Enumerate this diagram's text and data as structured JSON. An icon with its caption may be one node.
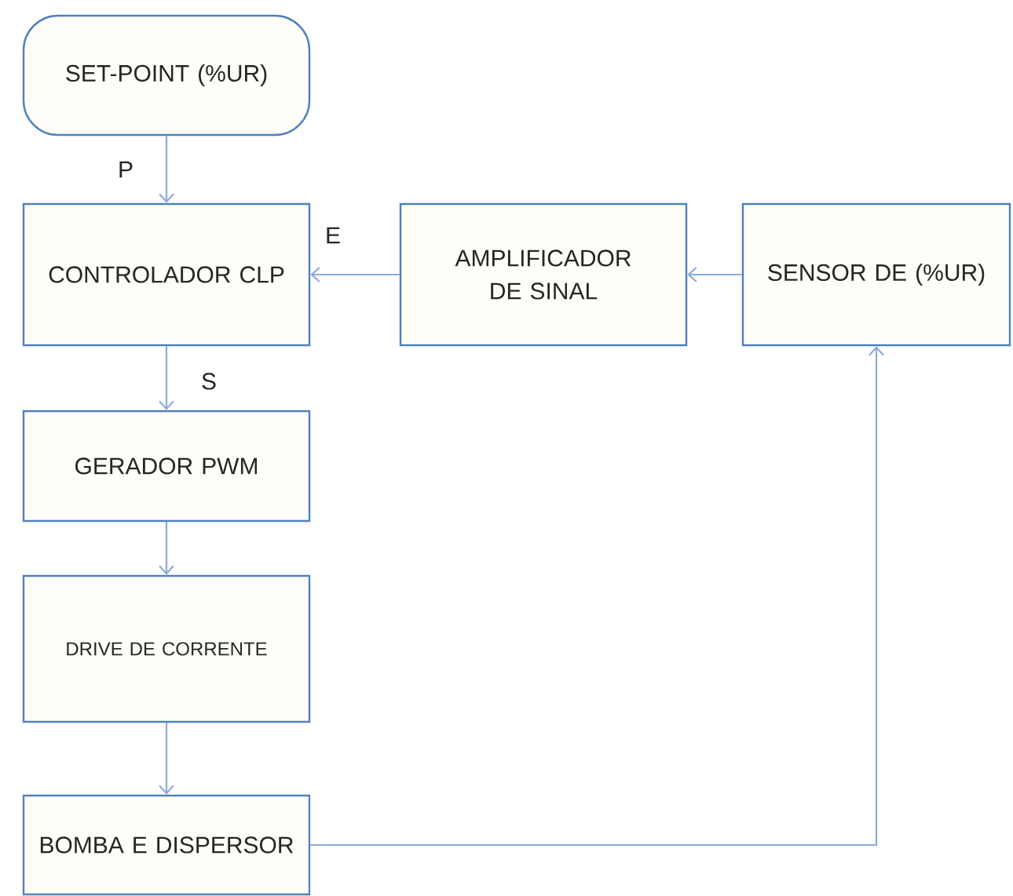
{
  "diagram": {
    "nodes": [
      {
        "text": [
          "SET-POINT (%UR)"
        ]
      },
      {
        "text": [
          "CONTROLADOR CLP"
        ]
      },
      {
        "text": [
          "AMPLIFICADOR DE SINAL"
        ]
      },
      {
        "text": [
          "SENSOR DE (%UR)"
        ]
      },
      {
        "text": [
          "GERADOR PWM"
        ]
      },
      {
        "text": [
          "DRIVE DE CORRENTE"
        ]
      },
      {
        "text": [
          "BOMBA E DISPERSOR"
        ]
      }
    ],
    "edges": [
      {
        "from": 0,
        "to": 1,
        "arrow": "to",
        "label": "P"
      },
      {
        "from": 2,
        "to": 1,
        "arrow": "to",
        "label": "E"
      },
      {
        "from": 3,
        "to": 2,
        "arrow": "to"
      },
      {
        "from": 1,
        "to": 4,
        "arrow": "to",
        "label": "S"
      },
      {
        "from": 4,
        "to": 5,
        "arrow": "to"
      },
      {
        "from": 5,
        "to": 6,
        "arrow": "to"
      },
      {
        "from": 6,
        "to": 3,
        "arrow": "to"
      }
    ]
  }
}
